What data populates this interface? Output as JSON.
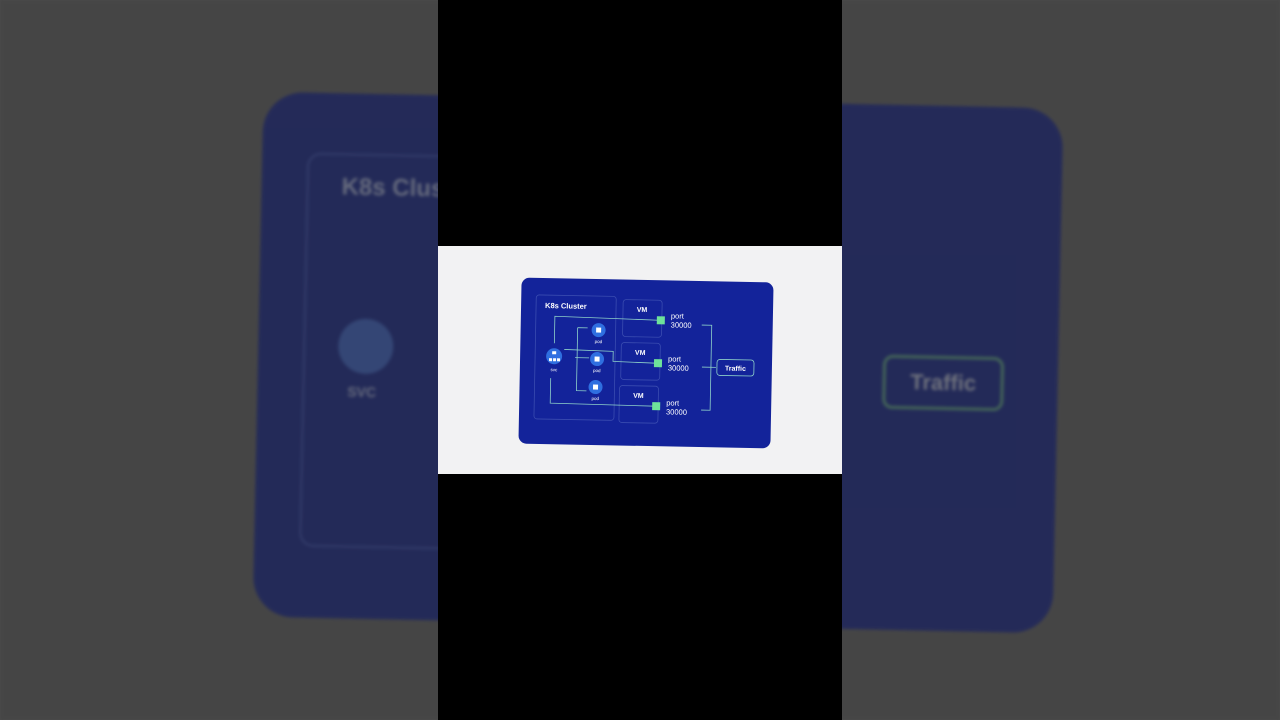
{
  "diagram": {
    "cluster_label": "K8s Cluster",
    "svc_label": "svc",
    "pod_label": "pod",
    "vm_label": "VM",
    "port_word": "port",
    "port_number": "30000",
    "traffic_label": "Traffic"
  },
  "background": {
    "cluster_label_partial": "K8s Clus",
    "svc_label": "SVC",
    "traffic_label": "Traffic"
  },
  "colors": {
    "card": "#13239a",
    "port_marker": "#6ee39a",
    "icon": "#2f6fe0",
    "line": "#8fd2c9"
  }
}
